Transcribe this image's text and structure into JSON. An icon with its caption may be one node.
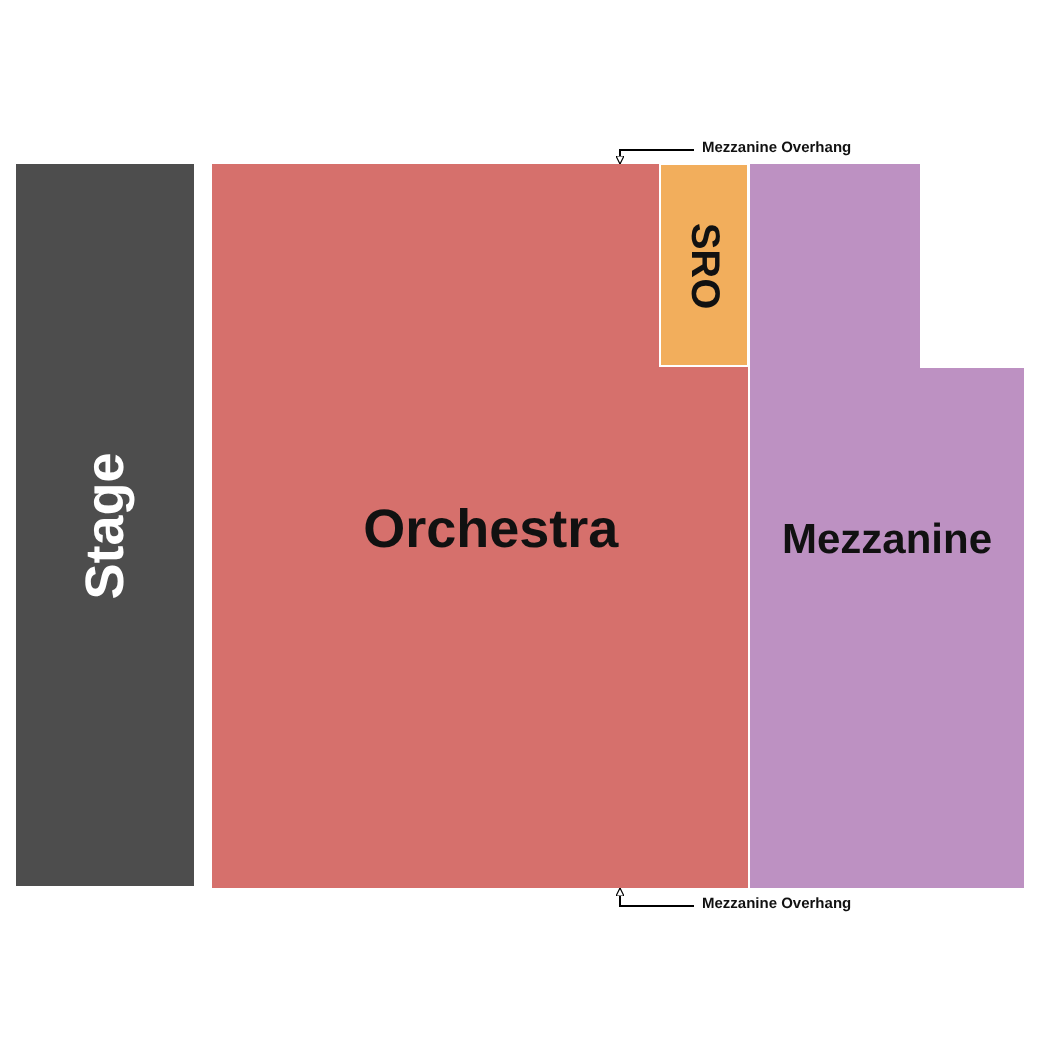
{
  "diagram": {
    "nodes": [
      {
        "text": [
          "Stage"
        ]
      },
      {
        "text": [
          "Orchestra"
        ]
      },
      {
        "text": [
          "SRO"
        ],
        "in": 1
      },
      {
        "text": [
          "Mezzanine"
        ]
      },
      {
        "text": [
          "Mezzanine Overhang"
        ]
      },
      {
        "text": [
          "Mezzanine Overhang"
        ]
      }
    ],
    "edges": [
      {
        "from": 4,
        "to": 1,
        "arrow": "to"
      },
      {
        "from": 5,
        "to": 1,
        "arrow": "to"
      }
    ]
  }
}
